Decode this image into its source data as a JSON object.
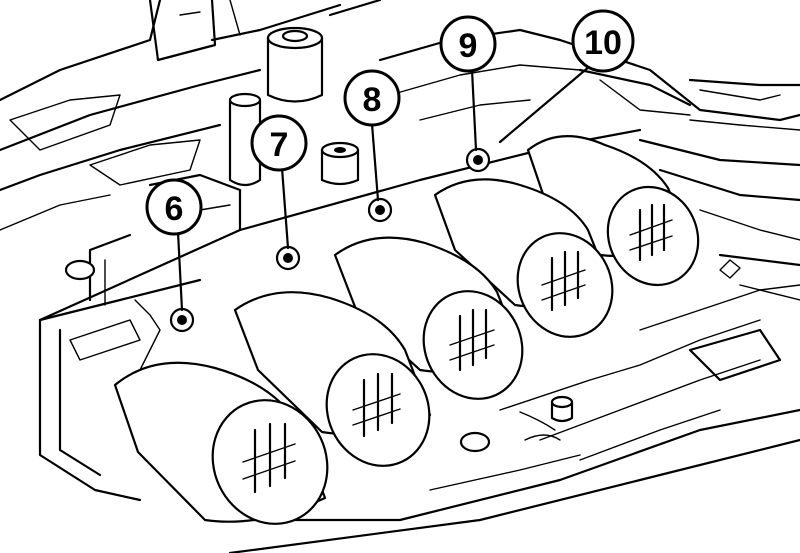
{
  "callouts": [
    {
      "id": "6",
      "label": "6"
    },
    {
      "id": "7",
      "label": "7"
    },
    {
      "id": "8",
      "label": "8"
    },
    {
      "id": "9",
      "label": "9"
    },
    {
      "id": "10",
      "label": "10"
    }
  ],
  "colors": {
    "line": "#000000",
    "background": "#ffffff"
  }
}
